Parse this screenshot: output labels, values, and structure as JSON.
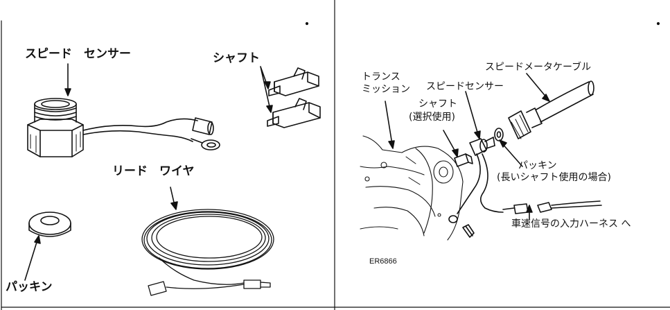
{
  "left_panel": {
    "speed_sensor_label": "スピード　センサー",
    "shaft_label": "シャフト",
    "lead_wire_label": "リード　ワイヤ",
    "packing_label": "パッキン"
  },
  "right_panel": {
    "speedometer_cable_label": "スピードメータケーブル",
    "transmission_label_1": "トランス",
    "transmission_label_2": "ミッション",
    "speed_sensor_label": "スピードセンサー",
    "shaft_label": "シャフト",
    "shaft_note": "(選択使用)",
    "packing_label": "パッキン",
    "packing_note": "(長いシャフト使用の場合)",
    "harness_label": "車速信号の入力ハーネス へ",
    "figure_code": "ER6866"
  },
  "colors": {
    "ink": "#111111",
    "background": "#ffffff"
  }
}
